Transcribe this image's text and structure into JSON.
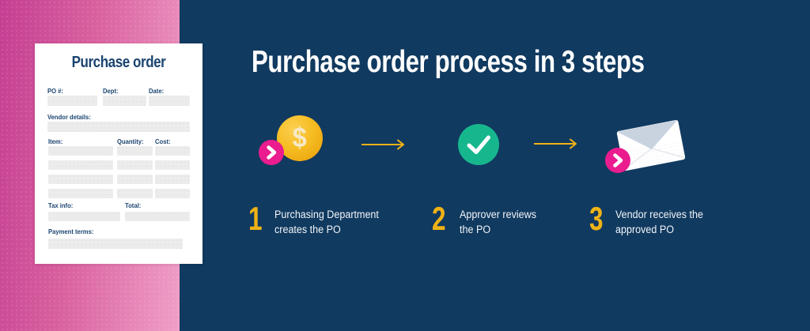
{
  "colors": {
    "navy_background": "#113a60",
    "pink_gradient_start": "#c43e92",
    "pink_gradient_end": "#f09fc8",
    "accent_yellow": "#f0b316",
    "accent_magenta": "#ea1c8e",
    "accent_green": "#17b78e",
    "form_label_navy": "#1b4470",
    "field_gray": "#ececec",
    "coin_gold": "#f6bd22",
    "envelope_flap": "#c9d3e0",
    "card_white": "#ffffff"
  },
  "po_form": {
    "title": "Purchase order",
    "row1_labels": [
      "PO #:",
      "Dept:",
      "Date:"
    ],
    "vendor_label": "Vendor details:",
    "table_headers": [
      "Item:",
      "Quantity:",
      "Cost:"
    ],
    "item_rows": 4,
    "tax_label": "Tax info:",
    "total_label": "Total:",
    "payment_label": "Payment terms:"
  },
  "main": {
    "title": "Purchase order process in 3 steps",
    "coin_symbol": "$",
    "steps": [
      {
        "number": "1",
        "icon": "dollar-coin-icon",
        "lines": [
          "Purchasing Department",
          "creates the PO"
        ]
      },
      {
        "number": "2",
        "icon": "check-circle-icon",
        "lines": [
          "Approver reviews",
          "the PO"
        ]
      },
      {
        "number": "3",
        "icon": "envelope-icon",
        "lines": [
          "Vendor receives the",
          "approved PO"
        ]
      }
    ]
  }
}
